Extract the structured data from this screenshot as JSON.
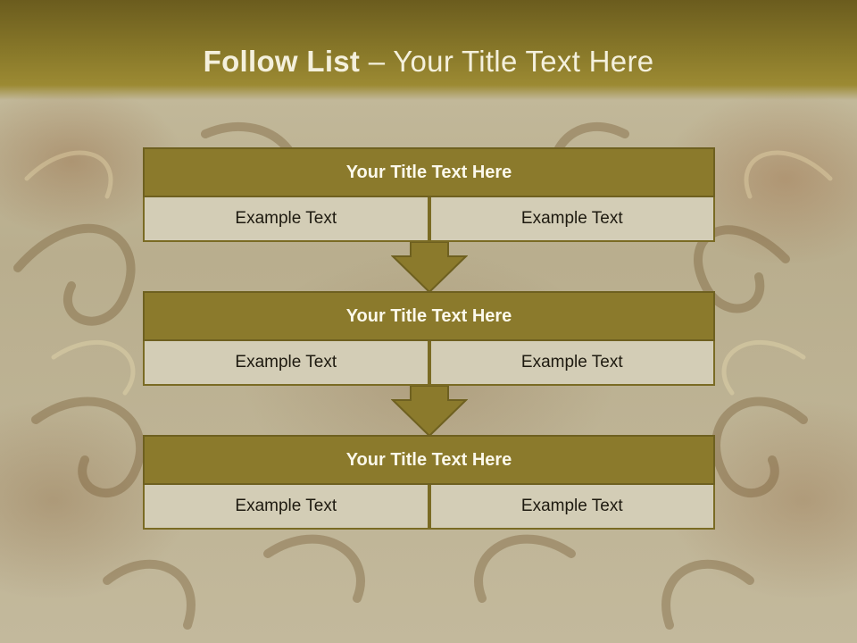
{
  "slide": {
    "title_bold": "Follow List",
    "title_rest": " – Your Title Text Here"
  },
  "blocks": [
    {
      "title": "Your Title Text Here",
      "left": "Example Text",
      "right": "Example Text"
    },
    {
      "title": "Your Title Text Here",
      "left": "Example Text",
      "right": "Example Text"
    },
    {
      "title": "Your Title Text Here",
      "left": "Example Text",
      "right": "Example Text"
    }
  ],
  "colors": {
    "header": "#8a7a2a",
    "title_bar": "#8b7a2c",
    "cell": "#d3cdb6",
    "arrow": "#8b7a2c"
  }
}
